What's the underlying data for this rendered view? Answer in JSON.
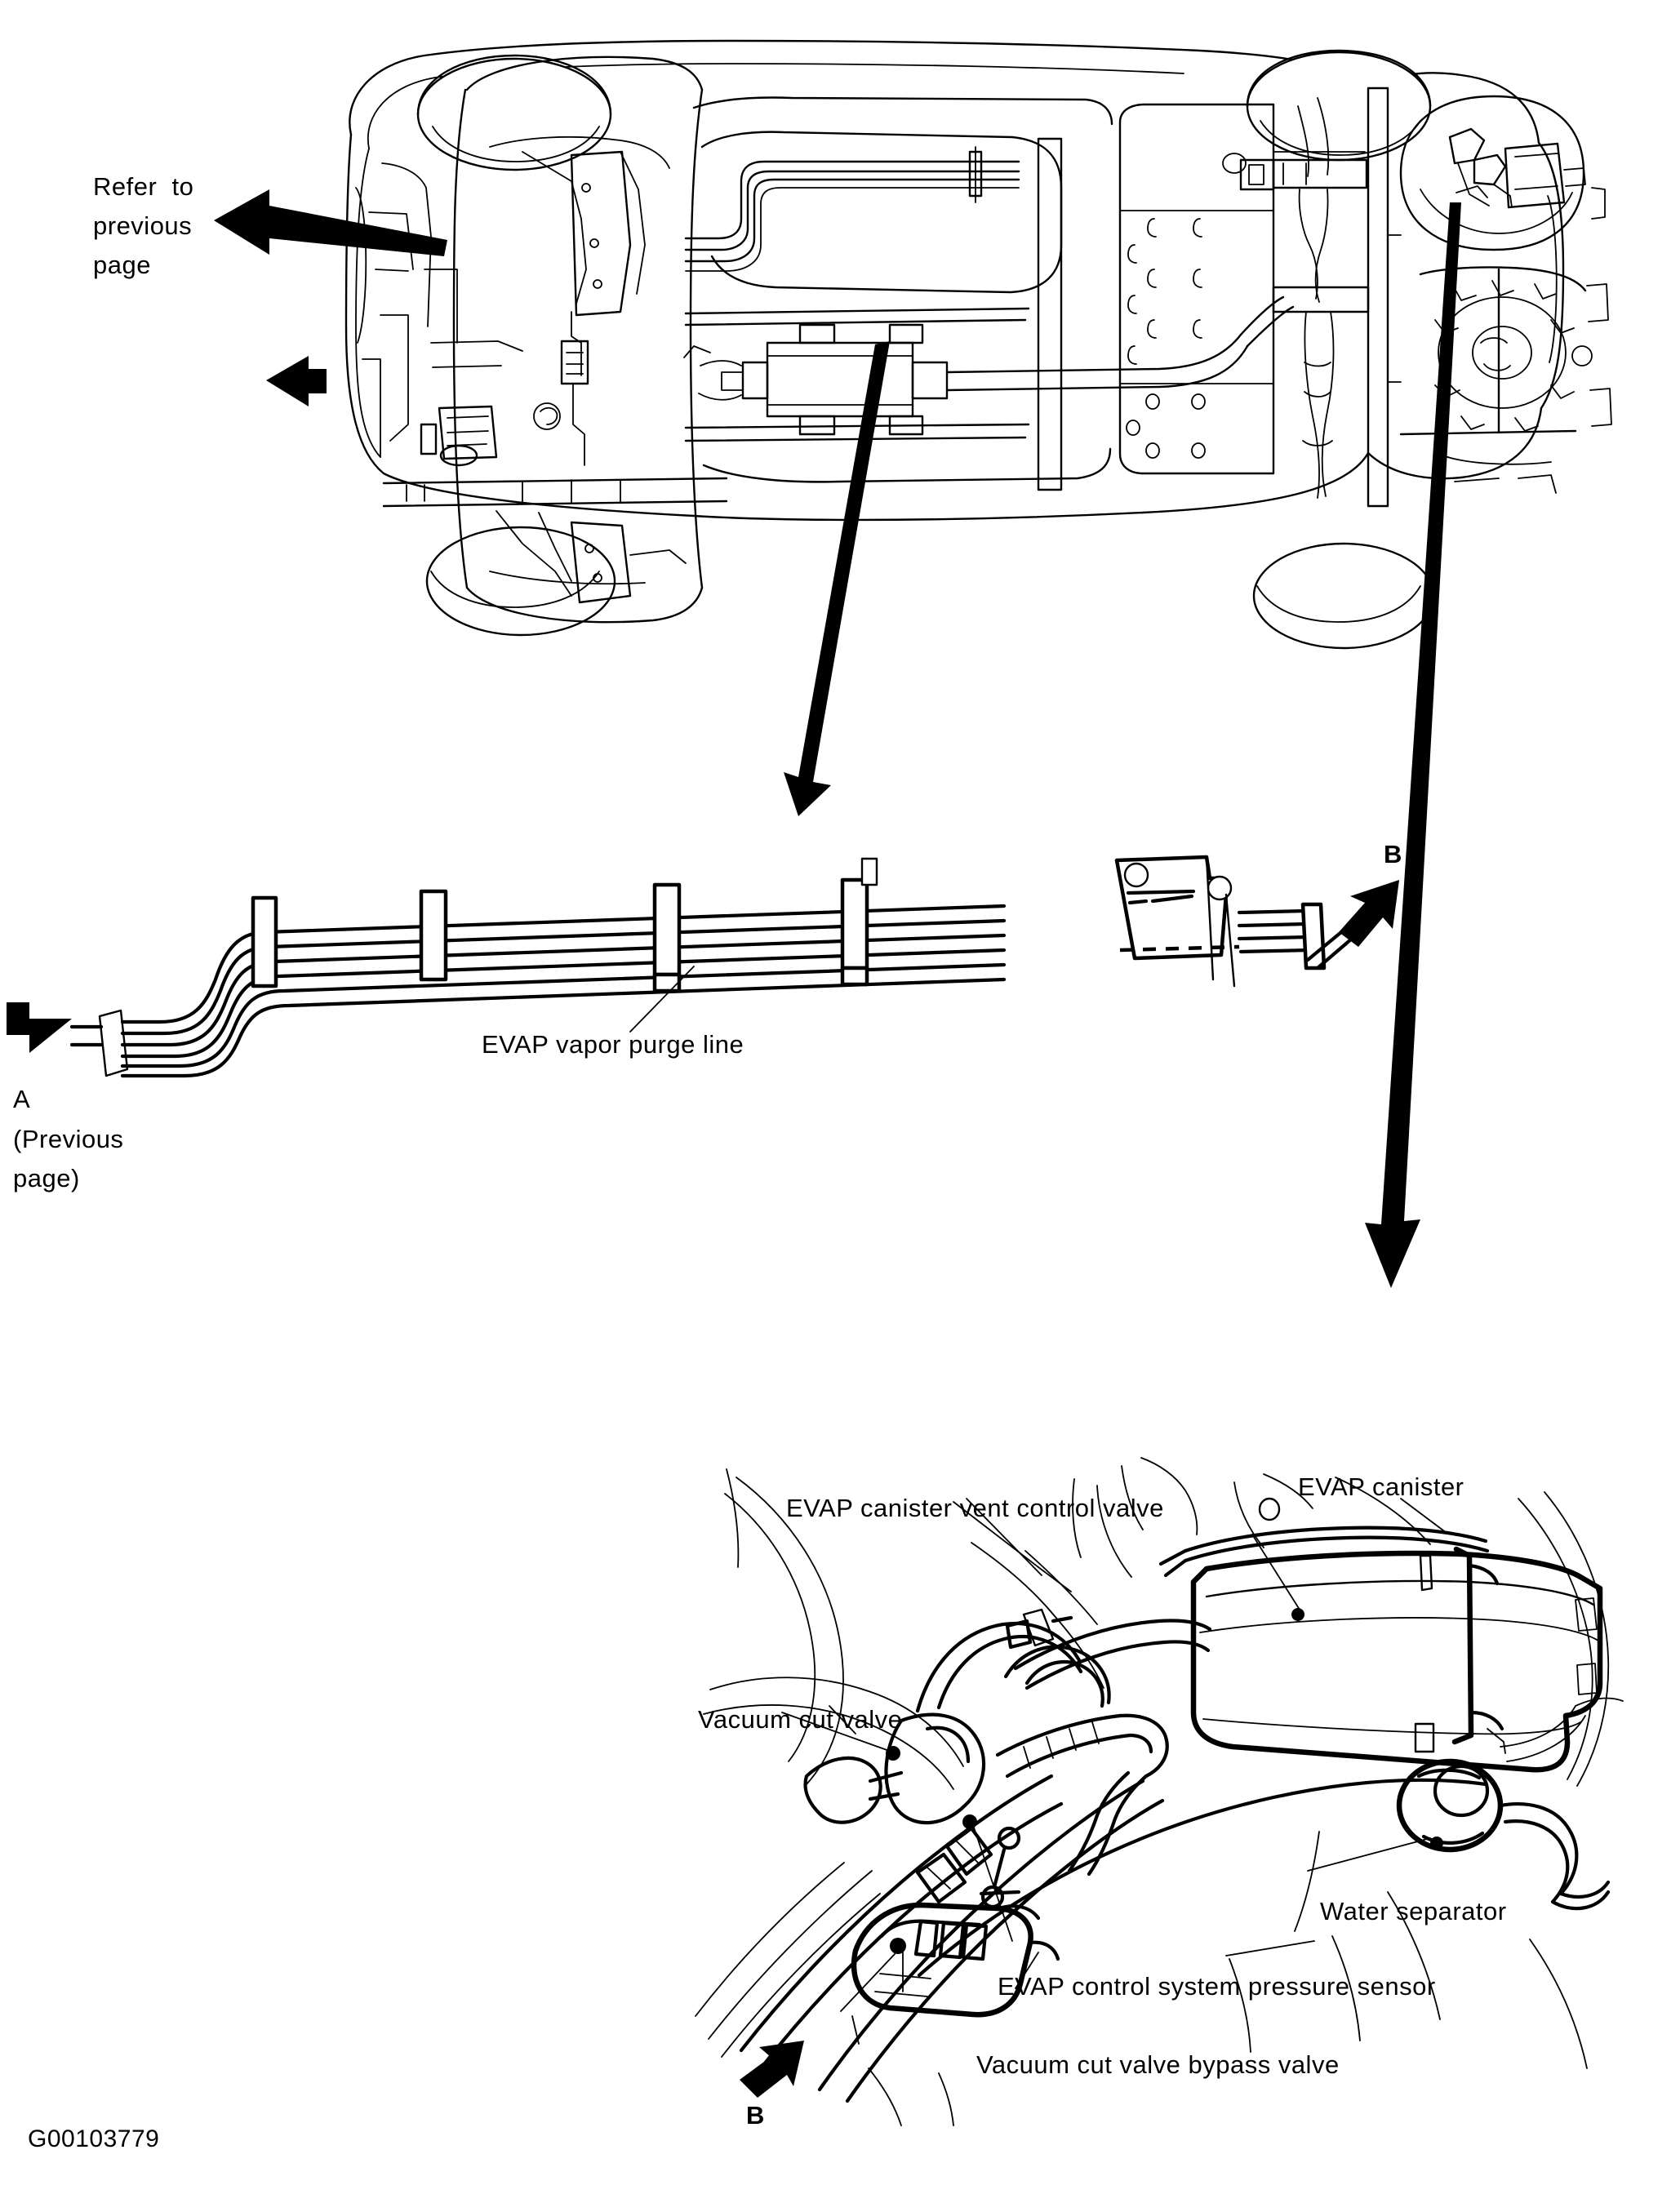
{
  "figure": {
    "id_code": "G00103779",
    "title_semantic": "EVAP vapor purge line and canister routing"
  },
  "top_view": {
    "callouts": [
      {
        "key": "refer_previous",
        "text": "Refer  to\nprevious\npage"
      }
    ],
    "arrows": [
      {
        "name": "refer-to-previous-page-arrow",
        "direction": "left"
      },
      {
        "name": "front-direction-arrow",
        "direction": "left"
      },
      {
        "name": "purge-line-detail-arrow",
        "direction": "down"
      },
      {
        "name": "canister-detail-arrow",
        "direction": "down"
      }
    ]
  },
  "purge_line_view": {
    "labels": {
      "evap_vapor_purge_line": "EVAP vapor purge line",
      "marker_b": "B",
      "marker_a": "A",
      "marker_a_sub": "(Previous\npage)"
    },
    "clamp_count": 5,
    "tube_count": 6
  },
  "canister_view": {
    "labels": {
      "evap_canister_vent_control_valve": "EVAP canister vent control valve",
      "evap_canister": "EVAP canister",
      "vacuum_cut_valve": "Vacuum cut valve",
      "water_separator": "Water separator",
      "evap_control_system_pressure_sensor": "EVAP control system pressure sensor",
      "vacuum_cut_valve_bypass_valve": "Vacuum cut valve bypass valve",
      "marker_b": "B"
    }
  },
  "colors": {
    "ink": "#000000",
    "paper": "#ffffff"
  }
}
